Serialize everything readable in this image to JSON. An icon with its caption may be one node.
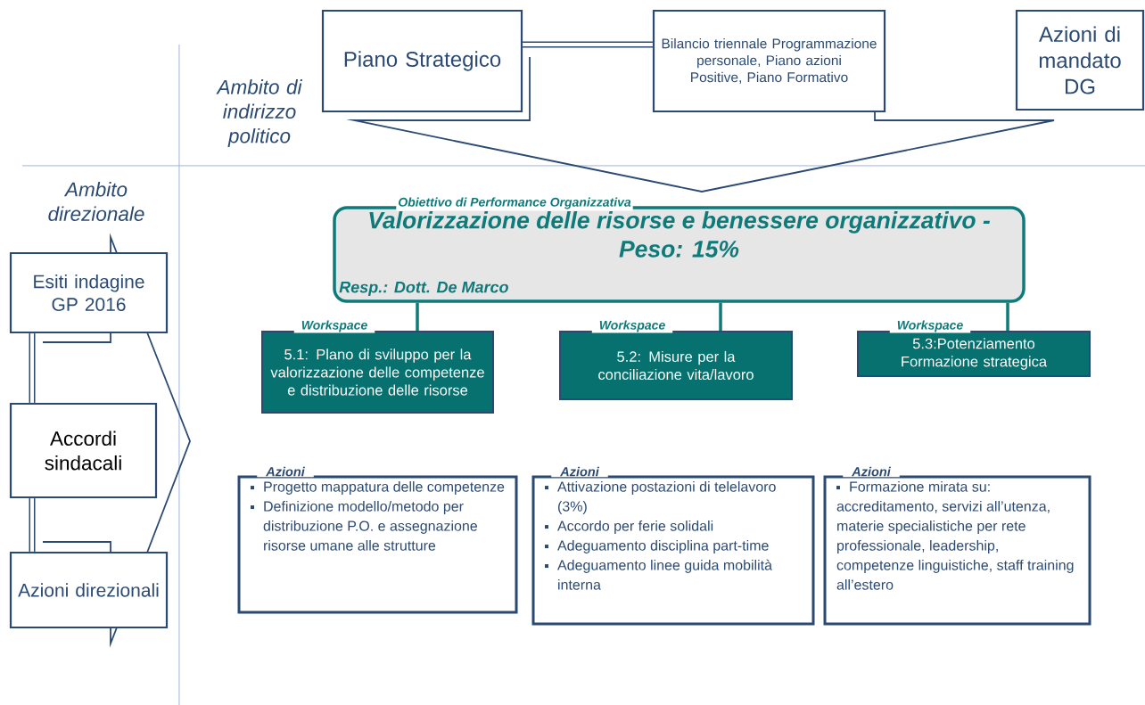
{
  "diagram": {
    "nodes": [
      {
        "text": [
          "Piano Strategico"
        ]
      },
      {
        "text": [
          "Bilancio triennale Programmazione personale, Piano azioni Positive, Piano Formativo"
        ]
      },
      {
        "text": [
          "Azioni di mandato DG"
        ]
      },
      {
        "text": [
          "Esiti indagine GP 2016"
        ]
      },
      {
        "text": [
          "Accordi sindacali"
        ]
      },
      {
        "text": [
          "Azioni direzionali"
        ]
      },
      {
        "text": [
          "Obiettivo di Performance Organizzativa",
          "Valorizzazione delle risorse e benessere organizzativo - Peso: 15%",
          "Resp.: Dott. De Marco"
        ]
      },
      {
        "text": [
          "Workspace",
          "5.1: Plano di sviluppo per la valorizzazione delle competenze e distribuzione delle risorse"
        ]
      },
      {
        "text": [
          "Workspace",
          "5.2: Misure per la conciliazione vita/lavoro"
        ]
      },
      {
        "text": [
          "Workspace",
          "5.3:Potenziamento Formazione strategica"
        ]
      },
      {
        "text": [
          "Azioni",
          "Progetto mappatura delle competenze",
          "Definizione modello/metodo per distribuzione P.O. e assegnazione risorse umane alle strutture"
        ]
      },
      {
        "text": [
          "Azioni",
          "Attivazione postazioni di telelavoro (3%)",
          "Accordo per ferie solidali",
          "Adeguamento disciplina part-time",
          "Adeguamento linee guida mobilità interna"
        ]
      },
      {
        "text": [
          "Azioni",
          "Formazione mirata su: accreditamento, servizi all’utenza, materie specialistiche per rete professionale, leadership, competenze linguistiche, staff training all’estero"
        ]
      }
    ],
    "edges": [
      {
        "from": 0,
        "to": 1,
        "arrow": "none",
        "style": "thick"
      },
      {
        "from": 3,
        "to": 4,
        "arrow": "none",
        "style": "thick"
      },
      {
        "from": 4,
        "to": 5,
        "arrow": "none",
        "style": "thick"
      },
      {
        "from": 6,
        "to": 7,
        "arrow": "none",
        "color": "#0e7a7a"
      },
      {
        "from": 6,
        "to": 8,
        "arrow": "none",
        "color": "#0e7a7a"
      },
      {
        "from": 6,
        "to": 9,
        "arrow": "none",
        "color": "#0e7a7a"
      }
    ],
    "labels": [
      "Ambito di indirizzo politico",
      "Ambito direzionale"
    ]
  }
}
